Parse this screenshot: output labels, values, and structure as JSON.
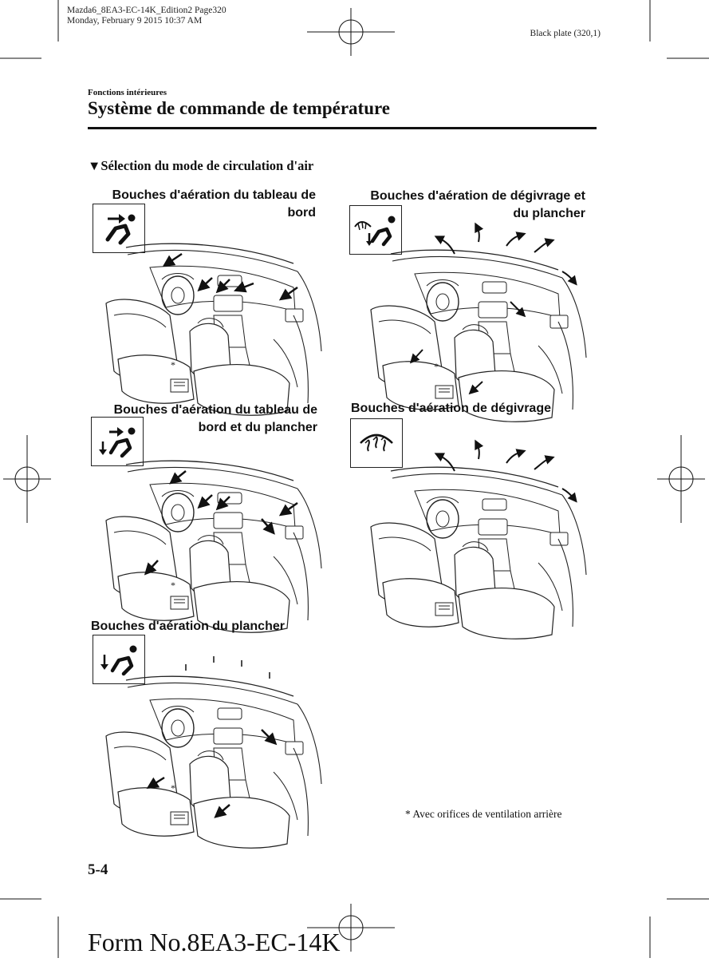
{
  "header": {
    "file_line1": "Mazda6_8EA3-EC-14K_Edition2 Page320",
    "file_line2": "Monday, February 9 2015 10:37 AM",
    "plate": "Black plate (320,1)"
  },
  "section": {
    "category": "Fonctions intérieures",
    "title": "Système de commande de température",
    "subheading_marker": "▼",
    "subheading": "Sélection du mode de circulation d'air"
  },
  "modes": [
    {
      "label_line1": "Bouches d'aération du tableau de",
      "label_line2": "bord",
      "icon": "face-vent-icon"
    },
    {
      "label_line1": "Bouches d'aération de dégivrage et",
      "label_line2": "du plancher",
      "icon": "defrost-floor-icon"
    },
    {
      "label_line1": "Bouches d'aération du tableau de",
      "label_line2": "bord et du plancher",
      "icon": "face-floor-vent-icon"
    },
    {
      "label_line1": "Bouches d'aération de dégivrage",
      "label_line2": "",
      "icon": "defrost-icon"
    },
    {
      "label_line1": "Bouches d'aération du plancher",
      "label_line2": "",
      "icon": "floor-vent-icon"
    }
  ],
  "asterisk": "*",
  "footnote": "* Avec orifices de ventilation arrière",
  "page_number": "5-4",
  "form_number": "Form No.8EA3-EC-14K"
}
